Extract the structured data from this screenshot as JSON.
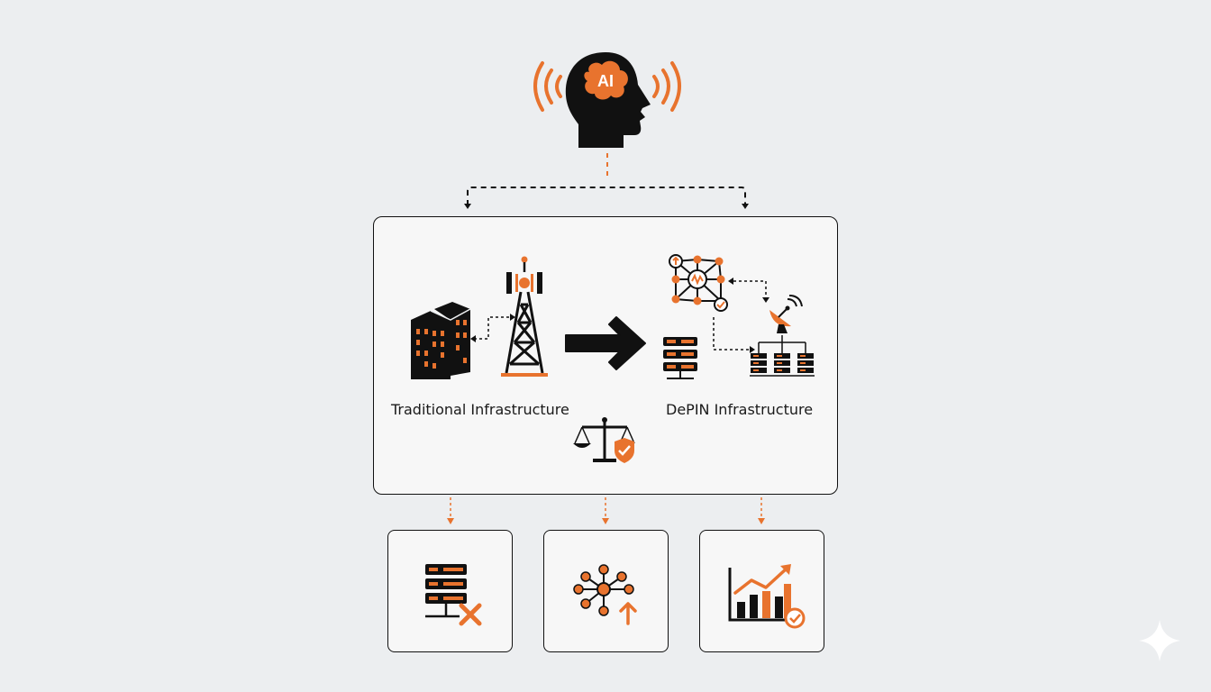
{
  "head": {
    "badge_text": "AI"
  },
  "panel": {
    "left_label": "Traditional Infrastructure",
    "right_label": "DePIN Infrastructure"
  },
  "colors": {
    "accent": "#e8732e",
    "ink": "#111111",
    "background": "#eceef0",
    "panel": "#f7f7f7"
  },
  "icons": {
    "head": "ai-head-icon",
    "traditional": [
      "office-buildings-icon",
      "cell-tower-icon"
    ],
    "transition": "right-arrow-icon",
    "depin": [
      "network-mesh-icon",
      "server-rack-icon",
      "satellite-dish-icon",
      "distributed-servers-icon"
    ],
    "balance": "balance-scale-shield-icon",
    "cards": [
      "server-failure-icon",
      "network-growth-icon",
      "growth-chart-check-icon"
    ]
  }
}
